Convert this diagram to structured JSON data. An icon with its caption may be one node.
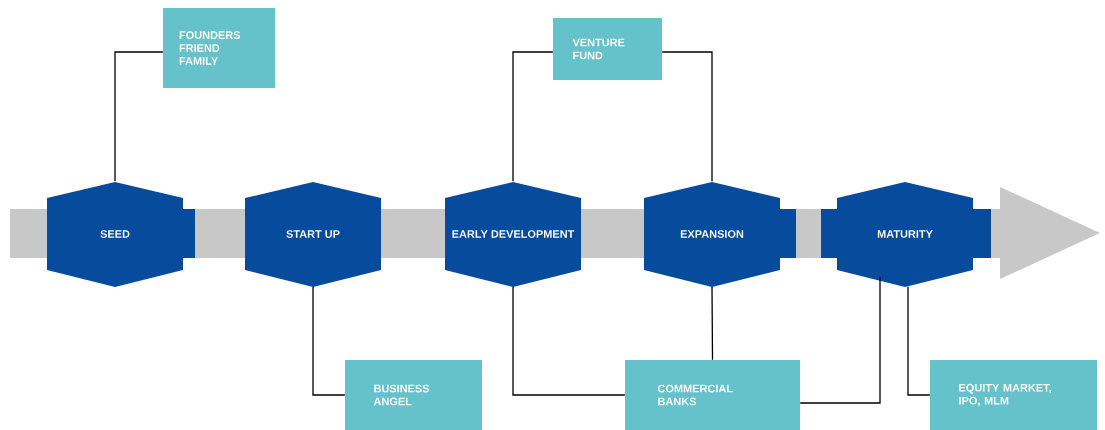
{
  "diagram": {
    "nodes": [
      {
        "text": [
          "FOUNDERS FRIEND FAMILY"
        ]
      },
      {
        "text": [
          "VENTURE FUND"
        ]
      },
      {
        "text": [
          "SEED"
        ]
      },
      {
        "text": [
          "START UP"
        ]
      },
      {
        "text": [
          "EARLY DEVELOPMENT"
        ]
      },
      {
        "text": [
          "EXPANSION"
        ]
      },
      {
        "text": [
          "MATURITY"
        ]
      },
      {
        "text": [
          "BUSINESS ANGEL"
        ]
      },
      {
        "text": [
          "COMMERCIAL BANKS"
        ]
      },
      {
        "text": [
          "EQUITY MARKET, IPO, MLM"
        ]
      }
    ],
    "edges": [
      {
        "from": 0,
        "to": 2,
        "arrow": "none"
      },
      {
        "from": 1,
        "to": 4,
        "arrow": "none"
      },
      {
        "from": 1,
        "to": 5,
        "arrow": "none"
      },
      {
        "from": 3,
        "to": 7,
        "arrow": "none"
      },
      {
        "from": 4,
        "to": 8,
        "arrow": "none"
      },
      {
        "from": 5,
        "to": 8,
        "arrow": "none"
      },
      {
        "from": 6,
        "to": 8,
        "arrow": "none"
      },
      {
        "from": 6,
        "to": 9,
        "arrow": "none"
      }
    ]
  }
}
